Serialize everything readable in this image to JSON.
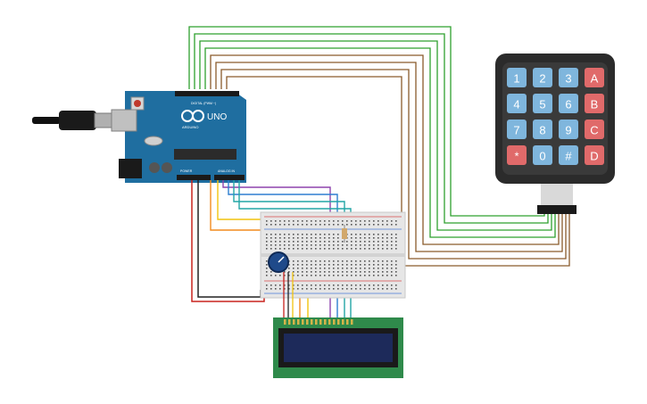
{
  "arduino": {
    "brand_text": "ARDUINO",
    "model_text": "UNO",
    "digital_header_text": "DIGITAL (PWM ~)",
    "analog_text": "ANALOG IN",
    "power_text": "POWER",
    "board_color": "#1f6ea0"
  },
  "keypad": {
    "rows": [
      [
        "1",
        "2",
        "3",
        "A"
      ],
      [
        "4",
        "5",
        "6",
        "B"
      ],
      [
        "7",
        "8",
        "9",
        "C"
      ],
      [
        "*",
        "0",
        "#",
        "D"
      ]
    ],
    "digit_key_color": "#7fb6dd",
    "letter_key_color": "#e06a6a"
  },
  "lcd": {
    "screen_color": "#1d2a5a",
    "pcb_color": "#2f8a4b"
  },
  "wire_colors": {
    "keypad_green": "#2ea02e",
    "keypad_brown": "#8a5a2b",
    "power_red": "#c8231e",
    "ground_black": "#222222",
    "orange": "#f28c1e",
    "yellow": "#f1c40f",
    "purple": "#8e44ad",
    "blue": "#2e7fd0",
    "teal": "#22a6a6"
  }
}
